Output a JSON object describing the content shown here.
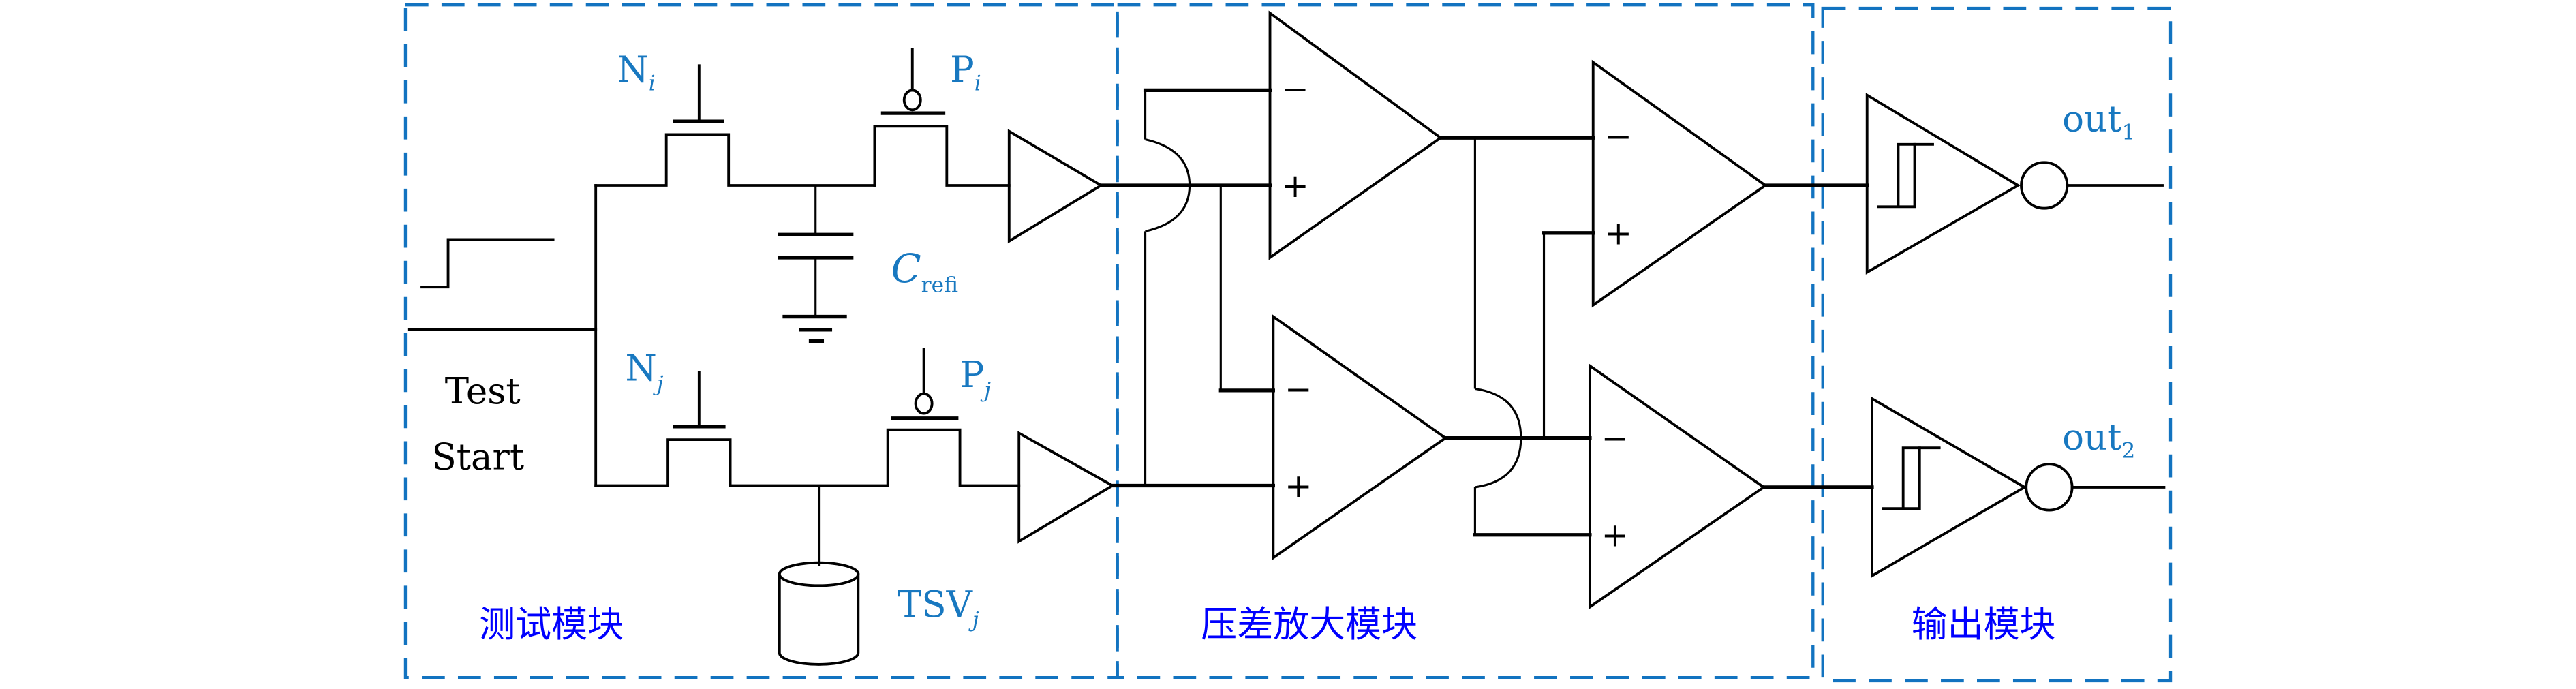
{
  "figure": {
    "modules": {
      "test": "测试模块",
      "diff_amp": "压差放大模块",
      "output": "输出模块"
    },
    "signals": {
      "test_start_line1": "Test",
      "test_start_line2": "Start",
      "ni_main": "N",
      "ni_sub": "i",
      "pi_main": "P",
      "pi_sub": "i",
      "nj_main": "N",
      "nj_sub": "j",
      "pj_main": "P",
      "pj_sub": "j",
      "cref_main": "C",
      "cref_sub": "refi",
      "tsv_main": "TSV",
      "tsv_sub": "j",
      "out1_main": "out",
      "out1_sub": "1",
      "out2_main": "out",
      "out2_sub": "2"
    },
    "opamp_signs": {
      "minus": "−",
      "plus": "+"
    },
    "colors": {
      "box": "#1273c0",
      "label": "#1878c0",
      "module_text": "#0000ff"
    }
  }
}
